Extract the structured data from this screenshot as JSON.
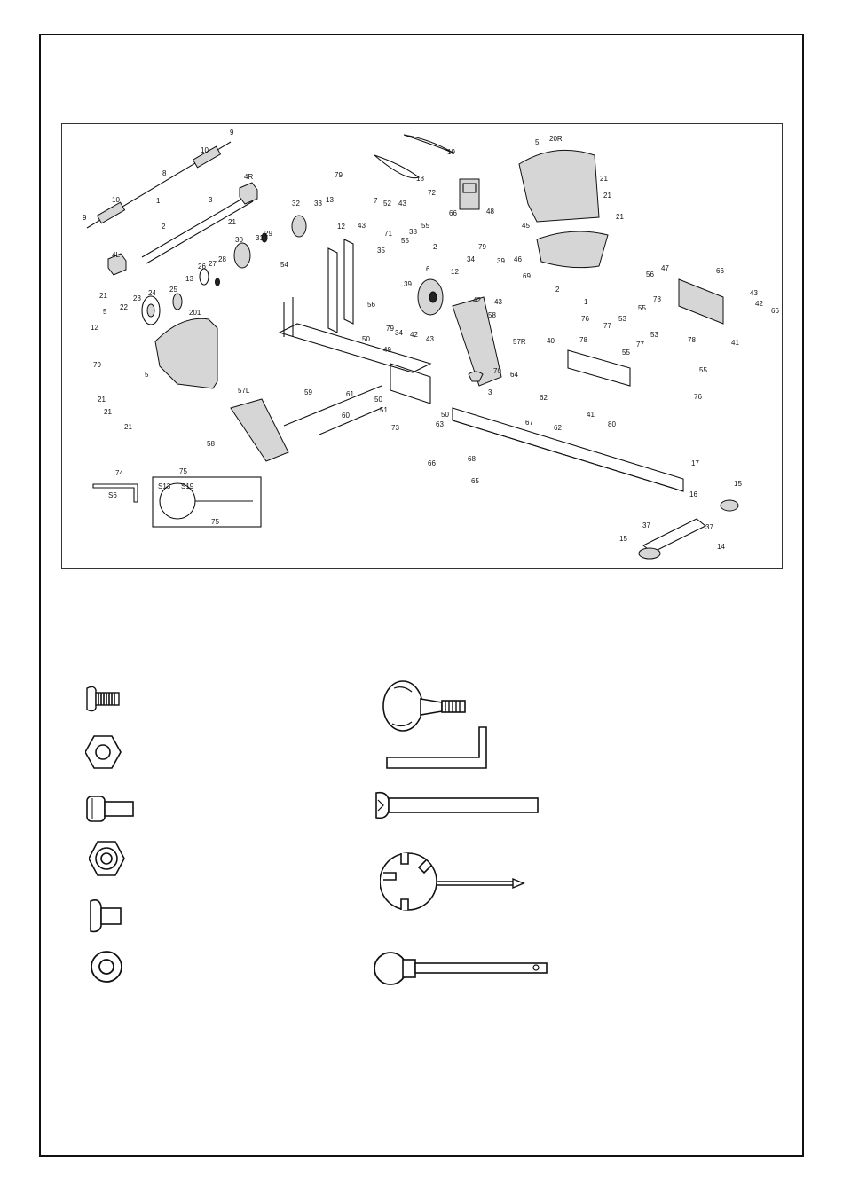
{
  "diagram": {
    "labels": [
      {
        "id": "p9a",
        "text": "9"
      },
      {
        "id": "p10a",
        "text": "10"
      },
      {
        "id": "p8",
        "text": "8"
      },
      {
        "id": "p10b",
        "text": "10"
      },
      {
        "id": "p9b",
        "text": "9"
      },
      {
        "id": "p1a",
        "text": "1"
      },
      {
        "id": "p2a",
        "text": "2"
      },
      {
        "id": "p3",
        "text": "3"
      },
      {
        "id": "p4R",
        "text": "4R"
      },
      {
        "id": "p21a",
        "text": "21"
      },
      {
        "id": "p4L",
        "text": "4L"
      },
      {
        "id": "p21b",
        "text": "21"
      },
      {
        "id": "p32",
        "text": "32"
      },
      {
        "id": "p33",
        "text": "33"
      },
      {
        "id": "p13a",
        "text": "13"
      },
      {
        "id": "p12a",
        "text": "12"
      },
      {
        "id": "p79a",
        "text": "79"
      },
      {
        "id": "p30",
        "text": "30"
      },
      {
        "id": "p31",
        "text": "31"
      },
      {
        "id": "p29a",
        "text": "29"
      },
      {
        "id": "p54",
        "text": "54"
      },
      {
        "id": "p28",
        "text": "28"
      },
      {
        "id": "p27",
        "text": "27"
      },
      {
        "id": "p26",
        "text": "26"
      },
      {
        "id": "p13b",
        "text": "13"
      },
      {
        "id": "p25",
        "text": "25"
      },
      {
        "id": "p24",
        "text": "24"
      },
      {
        "id": "p23",
        "text": "23"
      },
      {
        "id": "p22",
        "text": "22"
      },
      {
        "id": "p5a",
        "text": "5"
      },
      {
        "id": "p12b",
        "text": "12"
      },
      {
        "id": "p79b",
        "text": "79"
      },
      {
        "id": "p201",
        "text": "201"
      },
      {
        "id": "p21c",
        "text": "21"
      },
      {
        "id": "p21d",
        "text": "21"
      },
      {
        "id": "p21e",
        "text": "21"
      },
      {
        "id": "p5b",
        "text": "5"
      },
      {
        "id": "p19",
        "text": "19"
      },
      {
        "id": "p18",
        "text": "18"
      },
      {
        "id": "p72",
        "text": "72"
      },
      {
        "id": "p7",
        "text": "7"
      },
      {
        "id": "p52a",
        "text": "52"
      },
      {
        "id": "p43a",
        "text": "43"
      },
      {
        "id": "p43b",
        "text": "43"
      },
      {
        "id": "p71",
        "text": "71"
      },
      {
        "id": "p48",
        "text": "48"
      },
      {
        "id": "p66a",
        "text": "66"
      },
      {
        "id": "p35",
        "text": "35"
      },
      {
        "id": "p55a",
        "text": "55"
      },
      {
        "id": "p38",
        "text": "38"
      },
      {
        "id": "p55b",
        "text": "55"
      },
      {
        "id": "p2b",
        "text": "2"
      },
      {
        "id": "p79c",
        "text": "79"
      },
      {
        "id": "p34a",
        "text": "34"
      },
      {
        "id": "p12c",
        "text": "12"
      },
      {
        "id": "p6",
        "text": "6"
      },
      {
        "id": "p39",
        "text": "39"
      },
      {
        "id": "p56a",
        "text": "56"
      },
      {
        "id": "p42a",
        "text": "42"
      },
      {
        "id": "p43c",
        "text": "43"
      },
      {
        "id": "p79d",
        "text": "79"
      },
      {
        "id": "p34b",
        "text": "34"
      },
      {
        "id": "p42b",
        "text": "42"
      },
      {
        "id": "p43d",
        "text": "43"
      },
      {
        "id": "p58a",
        "text": "58"
      },
      {
        "id": "p57R",
        "text": "57R"
      },
      {
        "id": "p50a",
        "text": "50"
      },
      {
        "id": "p49",
        "text": "49"
      },
      {
        "id": "p20R",
        "text": "20R"
      },
      {
        "id": "p5c",
        "text": "5"
      },
      {
        "id": "p21f",
        "text": "21"
      },
      {
        "id": "p21g",
        "text": "21"
      },
      {
        "id": "p21h",
        "text": "21"
      },
      {
        "id": "p45",
        "text": "45"
      },
      {
        "id": "p39b",
        "text": "39"
      },
      {
        "id": "p46",
        "text": "46"
      },
      {
        "id": "p69",
        "text": "69"
      },
      {
        "id": "p2c",
        "text": "2"
      },
      {
        "id": "p1b",
        "text": "1"
      },
      {
        "id": "p56b",
        "text": "56"
      },
      {
        "id": "p47",
        "text": "47"
      },
      {
        "id": "p66b",
        "text": "66"
      },
      {
        "id": "p43e",
        "text": "43"
      },
      {
        "id": "p42c",
        "text": "42"
      },
      {
        "id": "p66c",
        "text": "66"
      },
      {
        "id": "p41a",
        "text": "41"
      },
      {
        "id": "p76a",
        "text": "76"
      },
      {
        "id": "p53a",
        "text": "53"
      },
      {
        "id": "p55c",
        "text": "55"
      },
      {
        "id": "p78a",
        "text": "78"
      },
      {
        "id": "p77a",
        "text": "77"
      },
      {
        "id": "p40",
        "text": "40"
      },
      {
        "id": "p78b",
        "text": "78"
      },
      {
        "id": "p53b",
        "text": "53"
      },
      {
        "id": "p77b",
        "text": "77"
      },
      {
        "id": "p55d",
        "text": "55"
      },
      {
        "id": "p76b",
        "text": "76"
      },
      {
        "id": "p78c",
        "text": "78"
      },
      {
        "id": "p55e",
        "text": "55"
      },
      {
        "id": "p57L",
        "text": "57L"
      },
      {
        "id": "p59",
        "text": "59"
      },
      {
        "id": "p60",
        "text": "60"
      },
      {
        "id": "p61",
        "text": "61"
      },
      {
        "id": "p50b",
        "text": "50"
      },
      {
        "id": "p51",
        "text": "51"
      },
      {
        "id": "p73",
        "text": "73"
      },
      {
        "id": "p58b",
        "text": "58"
      },
      {
        "id": "p70",
        "text": "70"
      },
      {
        "id": "p64",
        "text": "64"
      },
      {
        "id": "p3b",
        "text": "3"
      },
      {
        "id": "p50c",
        "text": "50"
      },
      {
        "id": "p63",
        "text": "63"
      },
      {
        "id": "p67",
        "text": "67"
      },
      {
        "id": "p62a",
        "text": "62"
      },
      {
        "id": "p62b",
        "text": "62"
      },
      {
        "id": "p41b",
        "text": "41"
      },
      {
        "id": "p80",
        "text": "80"
      },
      {
        "id": "p66d",
        "text": "66"
      },
      {
        "id": "p68",
        "text": "68"
      },
      {
        "id": "p65",
        "text": "65"
      },
      {
        "id": "p17",
        "text": "17"
      },
      {
        "id": "p16",
        "text": "16"
      },
      {
        "id": "p15a",
        "text": "15"
      },
      {
        "id": "p15b",
        "text": "15"
      },
      {
        "id": "p37a",
        "text": "37"
      },
      {
        "id": "p37b",
        "text": "37"
      },
      {
        "id": "p14",
        "text": "14"
      },
      {
        "id": "p74",
        "text": "74"
      },
      {
        "id": "pS6",
        "text": "S6"
      },
      {
        "id": "p75",
        "text": "75"
      },
      {
        "id": "pS13",
        "text": "S13"
      },
      {
        "id": "pS19",
        "text": "S19"
      },
      {
        "id": "p75b",
        "text": "75"
      }
    ]
  },
  "hardware_icons": [
    "button-head-bolt-icon",
    "hex-nut-icon",
    "cap-screw-icon",
    "nylon-lock-nut-icon",
    "carriage-bolt-icon",
    "flat-washer-icon",
    "knob-bolt-icon",
    "allen-wrench-icon",
    "long-axle-bolt-icon",
    "multi-spanner-icon",
    "pull-pin-icon"
  ]
}
